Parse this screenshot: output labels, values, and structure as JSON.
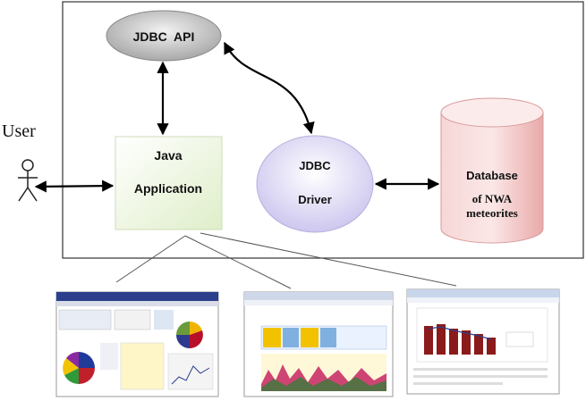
{
  "user": {
    "label": "User"
  },
  "jdbc_api": {
    "label": "JDBC  API"
  },
  "java_app": {
    "line1": "Java",
    "line2": "Application"
  },
  "jdbc_driver": {
    "line1": "JDBC",
    "line2": "Driver"
  },
  "database": {
    "line1": "Database",
    "line2": "of NWA",
    "line3": "meteorites"
  },
  "colors": {
    "frame": "#333333",
    "oval_fill": "#c9c9c9",
    "app_fill": "#eef5df",
    "driver_fill": "#e3e0f5",
    "db_fill": "#f3c4c4",
    "arrow": "#000000"
  },
  "screenshots": [
    {
      "name": "dashboard-screenshot",
      "content": "pie-chart-dashboard"
    },
    {
      "name": "browser-screenshot",
      "content": "area-chart-report"
    },
    {
      "name": "report-screenshot",
      "content": "bar-chart-report"
    }
  ]
}
